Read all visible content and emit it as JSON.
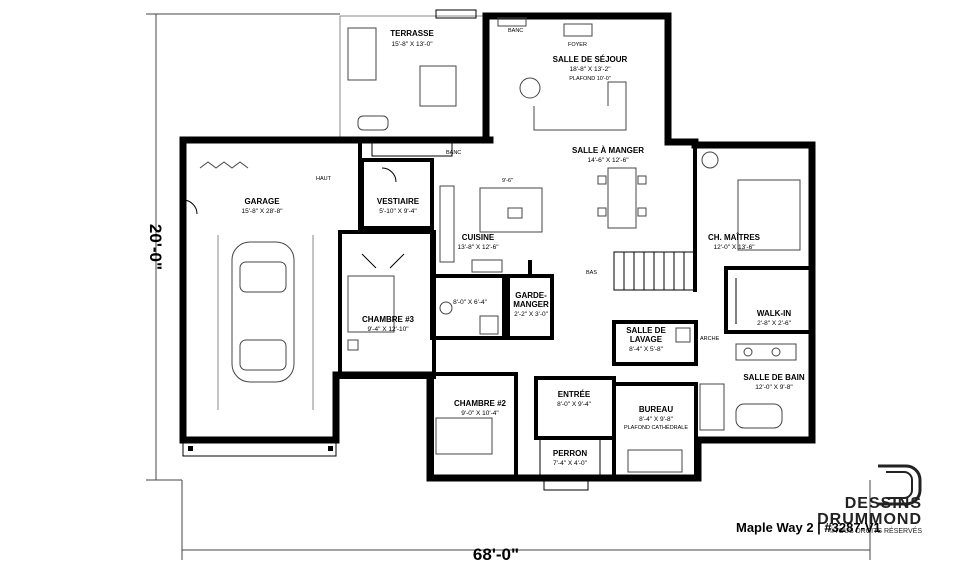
{
  "plan_title": "Maple Way 2 | #3287-V1",
  "brand": {
    "line1": "DESSINS",
    "line2": "DRUMMOND",
    "rights": "©TOUS DROITS RÉSERVÉS"
  },
  "dimensions": {
    "depth": "20'-0\"",
    "width": "68'-0\""
  },
  "rooms": {
    "terrasse": {
      "name": "TERRASSE",
      "size": "15'-8\" X 13'-0\""
    },
    "sejour": {
      "name": "SALLE DE SÉJOUR",
      "size": "18'-8\" X 13'-2\"",
      "ceiling": "PLAFOND 10'-0\""
    },
    "manger": {
      "name": "SALLE À MANGER",
      "size": "14'-6\" X 12'-6\""
    },
    "garage": {
      "name": "GARAGE",
      "size": "15'-8\" X 28'-8\""
    },
    "vestiaire": {
      "name": "VESTIAIRE",
      "size": "5'-10\" X 9'-4\""
    },
    "cuisine": {
      "name": "CUISINE",
      "size": "13'-8\" X 12'-6\""
    },
    "maitres": {
      "name": "CH. MAÎTRES",
      "size": "12'-0\" X 13'-6\""
    },
    "walkin": {
      "name": "WALK-IN",
      "size": "2'-8\" X 2'-6\""
    },
    "chambre3": {
      "name": "CHAMBRE #3",
      "size": "9'-4\" X 12'-10\""
    },
    "garde": {
      "name1": "GARDE-",
      "name2": "MANGER",
      "size": "2'-2\" X 3'-0\""
    },
    "lavage": {
      "name1": "SALLE DE",
      "name2": "LAVAGE",
      "size": "8'-4\" X 5'-8\""
    },
    "bain": {
      "name": "SALLE DE BAIN",
      "size": "12'-0\" X 9'-8\""
    },
    "chambre2": {
      "name": "CHAMBRE #2",
      "size": "9'-0\" X 10'-4\""
    },
    "entree": {
      "name": "ENTRÉE",
      "size": "8'-0\" X 9'-4\""
    },
    "bureau": {
      "name": "BUREAU",
      "size": "8'-4\" X 9'-8\"",
      "ceiling": "PLAFOND CATHÉDRALE"
    },
    "perron": {
      "name": "PERRON",
      "size": "7'-4\" X 4'-0\""
    },
    "wc": {
      "size": "8'-0\" X 6'-4\""
    }
  },
  "labels": {
    "banc_top": "BANC",
    "banc_mid": "BANC",
    "foyer": "FOYER",
    "haut": "HAUT",
    "bas": "BAS",
    "arche": "ARCHE",
    "counter": "9'-6\""
  }
}
